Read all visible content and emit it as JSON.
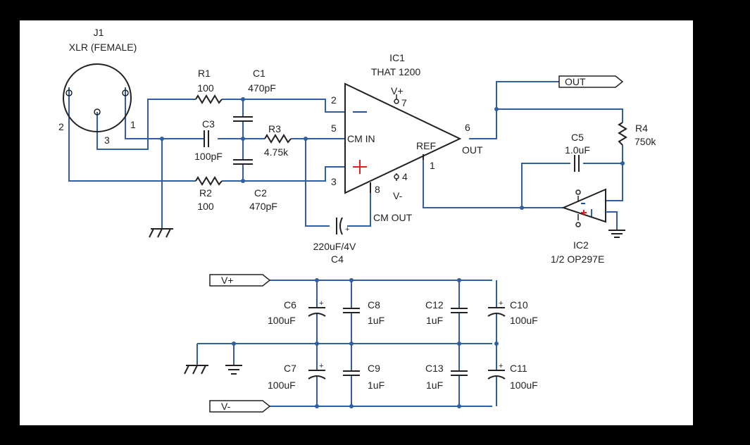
{
  "colors": {
    "wire": "#2f5fa0",
    "component": "#222222",
    "minus": "#1f4fa8",
    "plus": "#e02020",
    "background": "#ffffff",
    "frame": "#000000"
  },
  "j1": {
    "ref": "J1",
    "desc": "XLR (FEMALE)",
    "pin1": "1",
    "pin2": "2",
    "pin3": "3"
  },
  "r1": {
    "ref": "R1",
    "value": "100"
  },
  "r2": {
    "ref": "R2",
    "value": "100"
  },
  "r3": {
    "ref": "R3",
    "value": "4.75k"
  },
  "r4": {
    "ref": "R4",
    "value": "750k"
  },
  "c1": {
    "ref": "C1",
    "value": "470pF"
  },
  "c2": {
    "ref": "C2",
    "value": "470pF"
  },
  "c3": {
    "ref": "C3",
    "value": "100pF"
  },
  "c4": {
    "ref": "C4",
    "value": "220uF/4V",
    "polarity": "+"
  },
  "c5": {
    "ref": "C5",
    "value": "1.0uF"
  },
  "c6": {
    "ref": "C6",
    "value": "100uF"
  },
  "c7": {
    "ref": "C7",
    "value": "100uF"
  },
  "c8": {
    "ref": "C8",
    "value": "1uF"
  },
  "c9": {
    "ref": "C9",
    "value": "1uF"
  },
  "c10": {
    "ref": "C10",
    "value": "100uF"
  },
  "c11": {
    "ref": "C11",
    "value": "100uF"
  },
  "c12": {
    "ref": "C12",
    "value": "1uF"
  },
  "c13": {
    "ref": "C13",
    "value": "1uF"
  },
  "polarity_plus": "+",
  "ic1": {
    "ref": "IC1",
    "part": "THAT 1200",
    "vplus": "V+",
    "vminus": "V-",
    "cmin": "CM IN",
    "ref_label": "REF",
    "out_label": "OUT",
    "cmout": "CM OUT",
    "pin1": "1",
    "pin2": "2",
    "pin3": "3",
    "pin4": "4",
    "pin5": "5",
    "pin6": "6",
    "pin7": "7",
    "pin8": "8"
  },
  "ic2": {
    "ref": "IC2",
    "part": "1/2  OP297E",
    "minus": "-",
    "plus": "+"
  },
  "ports": {
    "out": "OUT",
    "vplus": "V+",
    "vminus": "V-"
  }
}
